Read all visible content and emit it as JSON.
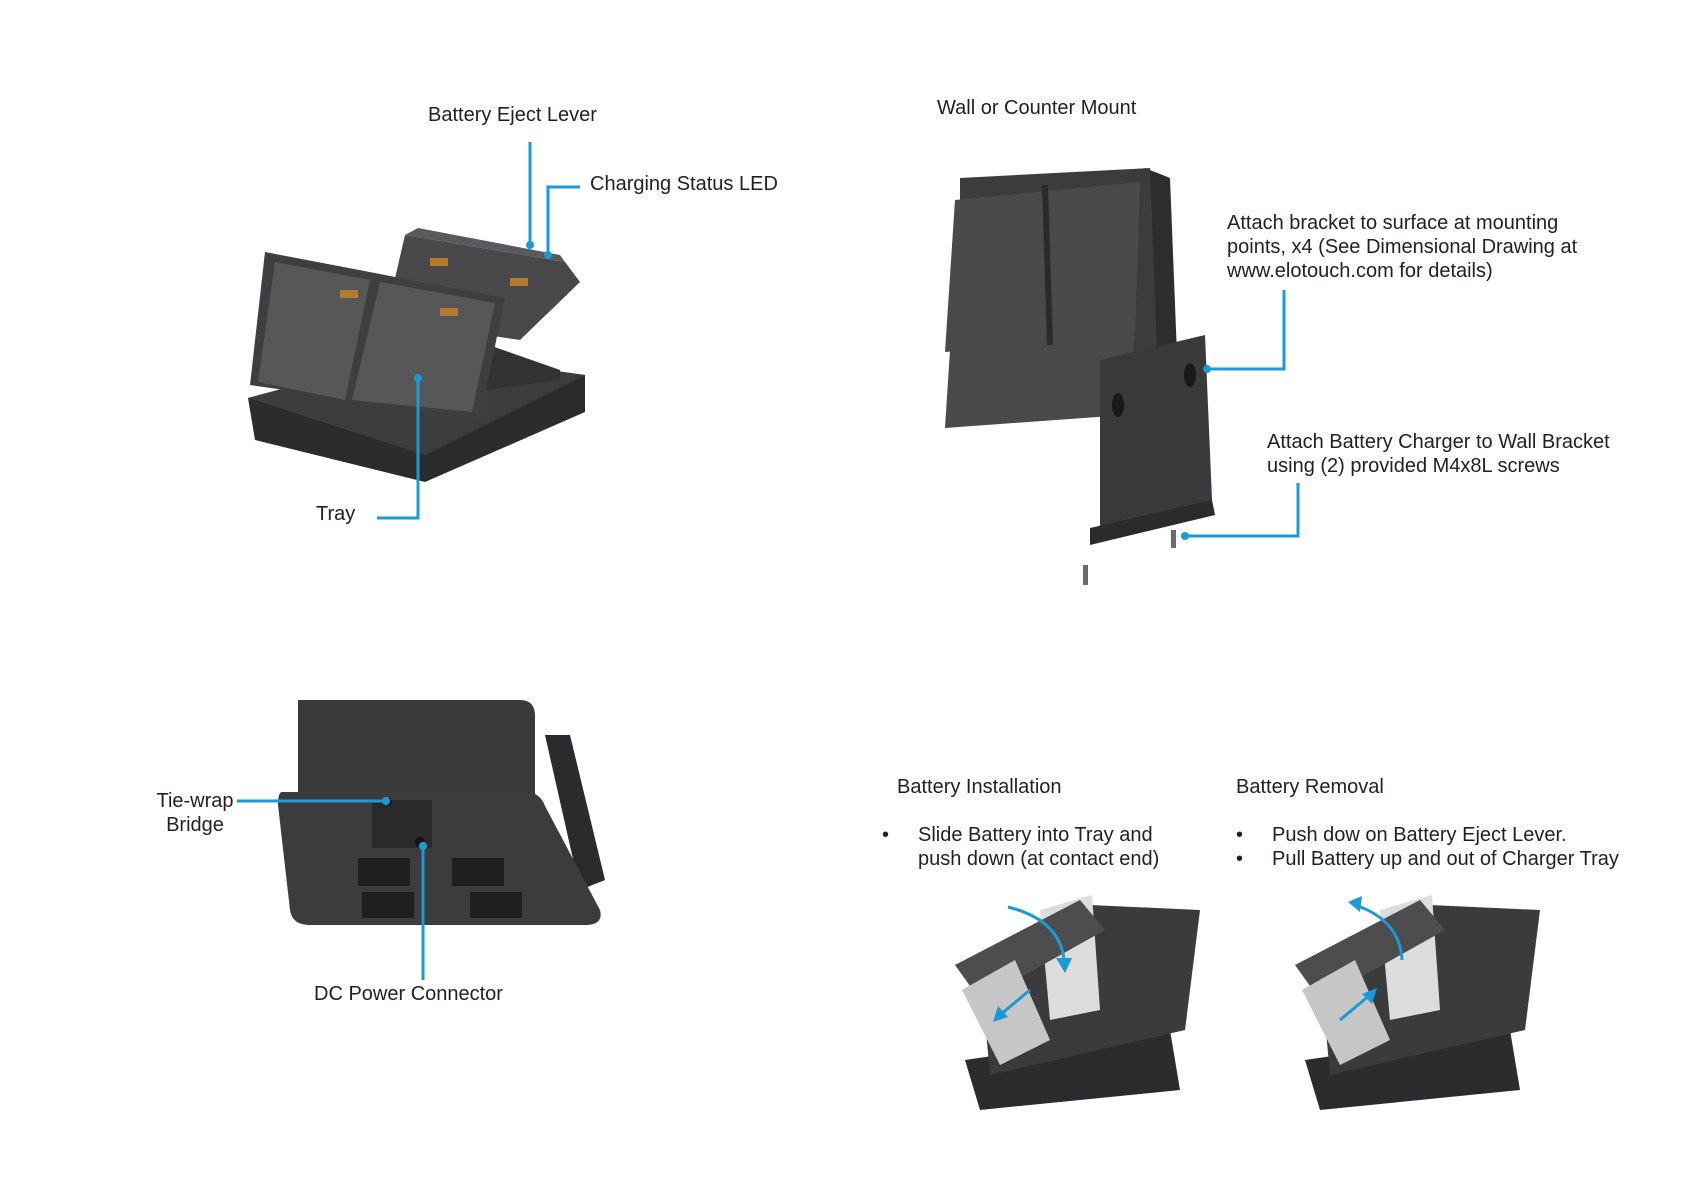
{
  "colors": {
    "callout": "#1a9ad6",
    "device": "#3a3a3c",
    "device_dark": "#232325",
    "text": "#231f20"
  },
  "top_left": {
    "battery_eject_lever": "Battery Eject Lever",
    "charging_status_led": "Charging Status LED",
    "tray": "Tray"
  },
  "bottom_left": {
    "tie_wrap_line1": "Tie-wrap",
    "tie_wrap_line2": "Bridge",
    "dc_power_connector": "DC Power Connector"
  },
  "wall_mount": {
    "title": "Wall or Counter Mount",
    "attach_bracket_lines": [
      "Attach bracket to surface at mounting",
      "points, x4 (See Dimensional Drawing at",
      "www.elotouch.com for details)"
    ],
    "attach_charger_lines": [
      "Attach Battery Charger to Wall Bracket",
      "using (2) provided M4x8L screws"
    ]
  },
  "installation": {
    "title": "Battery Installation",
    "bullet": "•",
    "steps": [
      [
        "Slide Battery into Tray and",
        "push down (at contact end)"
      ]
    ]
  },
  "removal": {
    "title": "Battery Removal",
    "bullet": "•",
    "steps": [
      [
        "Push dow on Battery Eject Lever."
      ],
      [
        "Pull Battery up and out of Charger Tray"
      ]
    ]
  }
}
